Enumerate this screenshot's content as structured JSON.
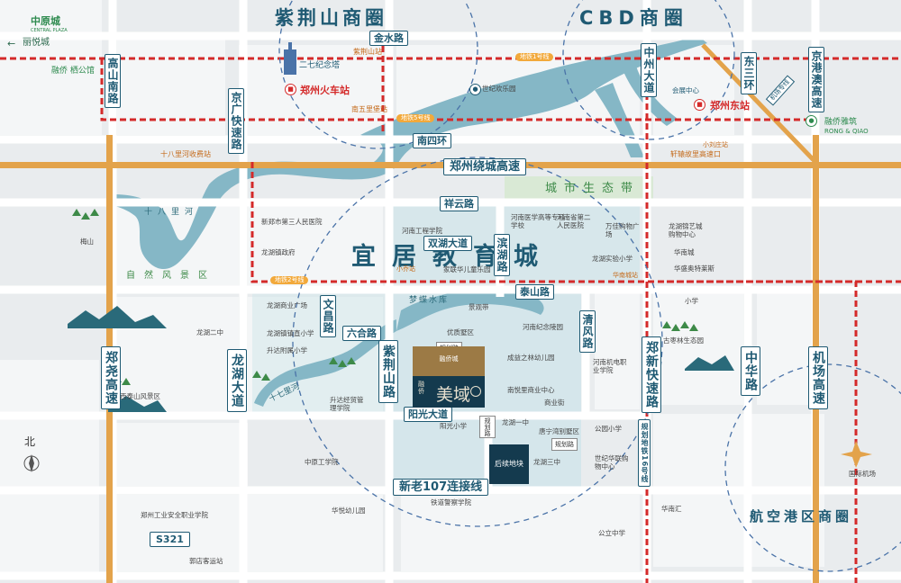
{
  "districts": {
    "zijingshan": "紫荆山商圈",
    "cbd": "CBD商圈",
    "yiju": "宜居教育城",
    "hangkonggang": "航空港区商圈"
  },
  "highways": {
    "raocheng": "郑州绕城高速",
    "xinlao107": "新老107连接线",
    "s321": "S321"
  },
  "roads": {
    "jinshui": "金水路",
    "nansihuan": "南四环",
    "xiangyun": "祥云路",
    "shuanghu": "双湖大道",
    "taishan": "泰山路",
    "liuhe": "六合路",
    "yangguang": "阳光大道",
    "gaoshan": "高山南路",
    "jingguang": "京广快速路",
    "zhongzhou": "中州大道",
    "dongsanhuan": "东三环",
    "jinggang": "京港澳高速",
    "wenchang": "文昌路",
    "binhu": "滨湖路",
    "qingfeng": "清风路",
    "zijingshanlu": "紫荆山路",
    "longhu": "龙湖大道",
    "zhengyao": "郑尧高速",
    "zhengxin": "郑新快速路",
    "zhonghua": "中华路",
    "jichang": "机场高速",
    "guihua1": "规划路",
    "guihua2": "规划路",
    "guihua3": "规划路",
    "guihua16": "规划地铁16号线",
    "jichangweilai": "机场专线"
  },
  "metro": {
    "line1": "地铁1号线",
    "line5": "地铁5号线",
    "line2": "地铁2号线"
  },
  "top_left": {
    "logo": "中原城",
    "logo_sub": "CENTRAL PLAZA",
    "lixue": "丽悦城",
    "jinghu": "融侨 栖公馆"
  },
  "pois": {
    "erqi": "二七纪念塔",
    "zijingshan_stn": "紫荆山站",
    "zhengzhou_stn": "郑州火车站",
    "nanwuli": "南五里堡站",
    "shijihuanle": "世纪欢乐园",
    "huizhan": "会展中心",
    "zhengzhoudong": "郑州东站",
    "rongqiao": "融侨雅筑",
    "rongqiao_sub": "RONG & QIAO",
    "xiaoliji": "小刘庄站",
    "shibali_toll": "十八里河收费站",
    "xuanjin": "轩辕故里高速口",
    "chengshi": "城市生态带",
    "shibalihe": "十八里河",
    "xinzheng3": "新郑市第三人民医院",
    "henangongcheng": "河南工程学院",
    "henanyixue": "河南医学高等专科学校",
    "henansheng2": "河南省第二人民医院",
    "wanjia": "万佳购物广场",
    "longhuzhen": "龙湖镇政府",
    "xiaoqiao": "小乔站",
    "jiaxin": "家联华儿童乐园",
    "longhushiyan": "龙湖实验小学",
    "huanan": "华南城站",
    "longhujinzhi": "龙湖锦艺城购物中心",
    "huanancheng": "华南城",
    "huashengaote": "华盛奥特莱斯",
    "meishan": "梅山",
    "ziran": "自然风景区",
    "xiaoxue1": "小学",
    "mengdie": "梦蝶水库",
    "jingguanqi": "景观带",
    "longhushangye": "龙湖商业广场",
    "longhu2": "龙湖二中",
    "longhuzhen_xiao": "龙湖镇镇直小学",
    "shenda": "升达附属小学",
    "youjia": "优质墅区",
    "henanjinian": "河南纪念陵园",
    "chengyi": "成益之林幼儿园",
    "guzhangsheng": "古枣林生态园",
    "henanjidian": "河南机电职业学院",
    "nanwei": "南悦里商业中心",
    "shangye": "商业街",
    "xitai": "西泰山风景区",
    "shiqili": "十七里河",
    "shengda": "升达经贸管理学院",
    "yangguangxiao": "阳光小学",
    "longhuyi": "龙湖一中",
    "tangning": "唐宁湾别墅区",
    "gongyuan": "公园小学",
    "shijihualian": "世纪华联购物中心",
    "longhusan": "龙湖三中",
    "zhongyuangong": "中原工学院",
    "huayuan": "华悦幼儿园",
    "tielu": "铁道警察学院",
    "huanan_hui": "华南汇",
    "gongli": "公立中学",
    "zhengzhougongye": "郑州工业安全职业学院",
    "guodian": "郭店客运站",
    "jichang": "国际机场",
    "north": "北"
  },
  "project": {
    "tag": "规划路",
    "top": "融侨城",
    "brand": "融侨",
    "name": "美域",
    "future": "后续地块"
  },
  "colors": {
    "river": "#7fb2c2",
    "road": "#ffffff",
    "highway": "#e3a34b",
    "metro": "#d42a2a",
    "accent": "#1f5a73"
  }
}
